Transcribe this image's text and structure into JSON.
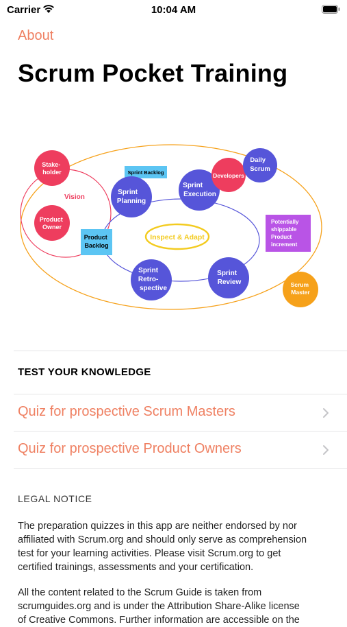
{
  "status_bar": {
    "carrier": "Carrier",
    "time": "10:04 AM"
  },
  "nav": {
    "about_label": "About"
  },
  "title": "Scrum Pocket Training",
  "diagram": {
    "stakeholder": [
      "Stake-",
      "holder"
    ],
    "vision": "Vision",
    "product_owner": [
      "Product",
      "Owner"
    ],
    "product_backlog": [
      "Product",
      "Backlog"
    ],
    "sprint_backlog": "Sprint Backlog",
    "sprint_planning": [
      "Sprint",
      "Planning"
    ],
    "sprint_execution": [
      "Sprint",
      "Execution"
    ],
    "developers": "Developers",
    "daily_scrum": [
      "Daily",
      "Scrum"
    ],
    "inspect_adapt": "Inspect & Adapt",
    "increment": [
      "Potentially",
      "shippable",
      "Product",
      "increment"
    ],
    "sprint_retrospective": [
      "Sprint",
      "Retro-",
      "spective"
    ],
    "sprint_review": [
      "Sprint",
      "Review"
    ],
    "scrum_master": [
      "Scrum",
      "Master"
    ],
    "colors": {
      "red": "#EE3D5E",
      "blue": "#5655D9",
      "cyan": "#5CC5F3",
      "purple": "#B954E6",
      "orange": "#F6A11A",
      "yellow": "#F3CB1F"
    }
  },
  "test_section": {
    "header": "TEST YOUR KNOWLEDGE",
    "items": [
      {
        "label": "Quiz for prospective Scrum Masters",
        "icon": "chevron-right-icon"
      },
      {
        "label": "Quiz for prospective Product Owners",
        "icon": "chevron-right-icon"
      }
    ]
  },
  "legal": {
    "header": "LEGAL NOTICE",
    "para1": [
      "The preparation quizzes in this app are neither endorsed by nor",
      "affiliated with Scrum.org and should only serve as comprehension",
      "test for your learning activities. Please visit Scrum.org to get",
      "certified trainings, assessments and your certification."
    ],
    "para2": [
      "All the content related to the Scrum Guide is taken from",
      "scrumguides.org and is under the Attribution Share-Alike license",
      "of Creative Commons. Further information are accessible on the"
    ]
  },
  "accent_color": "#EF8062"
}
